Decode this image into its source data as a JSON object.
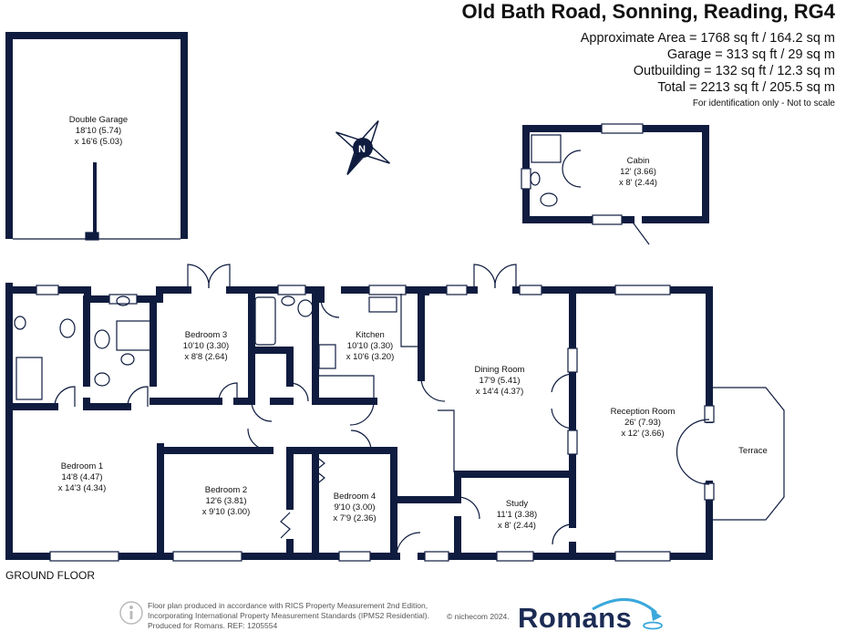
{
  "header": {
    "title": "Old Bath Road, Sonning, Reading, RG4",
    "area_lines": [
      "Approximate Area = 1768 sq ft / 164.2 sq m",
      "Garage = 313 sq ft / 29 sq m",
      "Outbuilding = 132 sq ft / 12.3 sq m",
      "Total = 2213 sq ft / 205.5 sq m"
    ],
    "disclaimer": "For identification only - Not to scale"
  },
  "compass": {
    "label": "N"
  },
  "rooms": {
    "garage": {
      "name": "Double Garage",
      "dim1": "18'10 (5.74)",
      "dim2": "x 16'6 (5.03)"
    },
    "cabin": {
      "name": "Cabin",
      "dim1": "12' (3.66)",
      "dim2": "x 8' (2.44)"
    },
    "bedroom3": {
      "name": "Bedroom 3",
      "dim1": "10'10 (3.30)",
      "dim2": "x 8'8 (2.64)"
    },
    "kitchen": {
      "name": "Kitchen",
      "dim1": "10'10 (3.30)",
      "dim2": "x 10'6 (3.20)"
    },
    "dining": {
      "name": "Dining Room",
      "dim1": "17'9 (5.41)",
      "dim2": "x 14'4 (4.37)"
    },
    "reception": {
      "name": "Reception Room",
      "dim1": "26' (7.93)",
      "dim2": "x 12' (3.66)"
    },
    "terrace": {
      "name": "Terrace"
    },
    "bedroom1": {
      "name": "Bedroom 1",
      "dim1": "14'8 (4.47)",
      "dim2": "x 14'3 (4.34)"
    },
    "bedroom2": {
      "name": "Bedroom 2",
      "dim1": "12'6 (3.81)",
      "dim2": "x 9'10 (3.00)"
    },
    "bedroom4": {
      "name": "Bedroom 4",
      "dim1": "9'10 (3.00)",
      "dim2": "x 7'9 (2.36)"
    },
    "study": {
      "name": "Study",
      "dim1": "11'1 (3.38)",
      "dim2": "x 8' (2.44)"
    }
  },
  "floor_label": "GROUND FLOOR",
  "footer": {
    "line1": "Floor plan produced in accordance with RICS Property Measurement 2nd Edition,",
    "line2": "Incorporating International Property Measurement Standards (IPMS2 Residential).",
    "line3": "Produced for Romans.   REF: 1205554",
    "copyright": "© nichecom 2024.",
    "brand": "Romans"
  },
  "colors": {
    "wall": "#0f1c3f",
    "accent": "#3aa8dc",
    "text": "#111111"
  }
}
